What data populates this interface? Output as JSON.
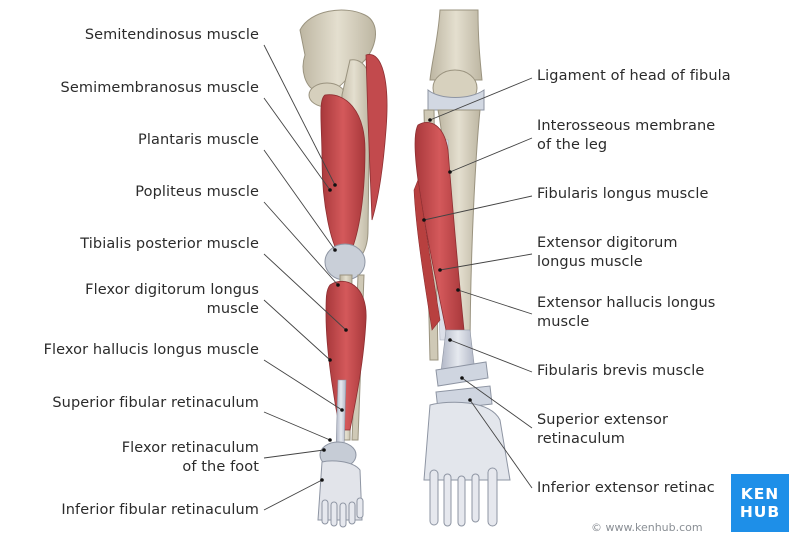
{
  "left_labels": [
    {
      "id": "semitendinosus",
      "lines": [
        "Semitendinosus muscle"
      ]
    },
    {
      "id": "semimembranosus",
      "lines": [
        "Semimembranosus muscle"
      ]
    },
    {
      "id": "plantaris",
      "lines": [
        "Plantaris muscle"
      ]
    },
    {
      "id": "popliteus",
      "lines": [
        "Popliteus muscle"
      ]
    },
    {
      "id": "tibialis-posterior",
      "lines": [
        "Tibialis posterior muscle"
      ]
    },
    {
      "id": "flexor-digitorum-longus",
      "lines": [
        "Flexor digitorum longus",
        "muscle"
      ]
    },
    {
      "id": "flexor-hallucis-longus",
      "lines": [
        "Flexor hallucis longus muscle"
      ]
    },
    {
      "id": "superior-fibular-retinaculum",
      "lines": [
        "Superior fibular retinaculum"
      ]
    },
    {
      "id": "flexor-retinaculum",
      "lines": [
        "Flexor retinaculum",
        "of the foot"
      ]
    },
    {
      "id": "inferior-fibular-retinaculum",
      "lines": [
        "Inferior fibular retinaculum"
      ]
    }
  ],
  "right_labels": [
    {
      "id": "ligament-head-fibula",
      "lines": [
        "Ligament of head of fibula"
      ]
    },
    {
      "id": "interosseous-membrane",
      "lines": [
        "Interosseous membrane",
        "of the leg"
      ]
    },
    {
      "id": "fibularis-longus",
      "lines": [
        "Fibularis longus muscle"
      ]
    },
    {
      "id": "extensor-digitorum-longus",
      "lines": [
        "Extensor digitorum",
        "longus muscle"
      ]
    },
    {
      "id": "extensor-hallucis-longus",
      "lines": [
        "Extensor hallucis longus",
        "muscle"
      ]
    },
    {
      "id": "fibularis-brevis",
      "lines": [
        "Fibularis brevis muscle"
      ]
    },
    {
      "id": "superior-extensor-retinaculum",
      "lines": [
        "Superior extensor",
        "retinaculum"
      ]
    },
    {
      "id": "inferior-extensor-retinaculum",
      "lines": [
        "Inferior extensor retinac"
      ]
    }
  ],
  "copyright": "© www.kenhub.com",
  "logo": {
    "line1": "KEN",
    "line2": "HUB"
  },
  "colors": {
    "muscle": "#c9474a",
    "muscle_dark": "#a8383b",
    "bone": "#d8d2c0",
    "tendon": "#d9dde6",
    "leader": "#444444",
    "logo": "#1e8fe8"
  }
}
